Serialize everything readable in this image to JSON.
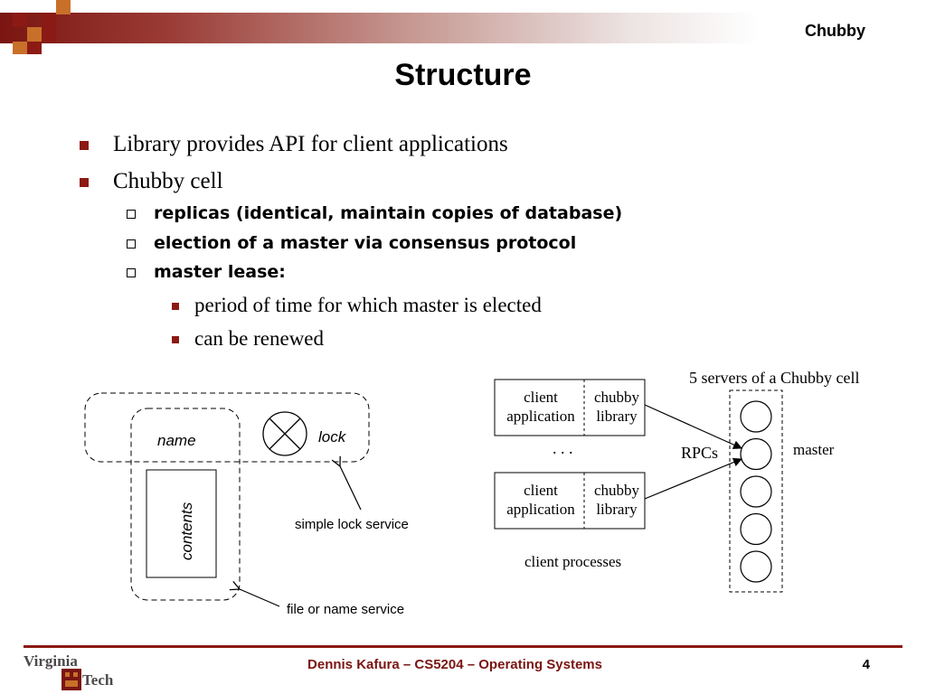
{
  "header": {
    "title": "Chubby"
  },
  "slide": {
    "title": "Structure",
    "bullets": [
      "Library provides API for client applications",
      "Chubby cell"
    ],
    "sub_bullets": [
      "replicas (identical, maintain copies of database)",
      "election of a master via consensus protocol",
      "master lease:"
    ],
    "sub_sub_bullets": [
      "period of time for which master is elected",
      "can be renewed"
    ]
  },
  "left_diagram": {
    "name_label": "name",
    "lock_label": "lock",
    "contents_label": "contents",
    "lock_service_caption": "simple lock service",
    "name_service_caption": "file or name service"
  },
  "right_diagram": {
    "cell_caption": "5 servers of a Chubby cell",
    "client_app_label_1": "client",
    "client_app_label_2": "application",
    "chubby_lib_label_1": "chubby",
    "chubby_lib_label_2": "library",
    "ellipsis": ". . .",
    "rpcs_label": "RPCs",
    "master_label": "master",
    "client_processes_caption": "client processes",
    "server_count": 5
  },
  "footer": {
    "text": "Dennis Kafura – CS5204 – Operating Systems",
    "page_number": "4",
    "logo_text_top": "Virginia",
    "logo_text_bottom": "Tech"
  },
  "colors": {
    "accent": "#8b1a14",
    "footer_text": "#7a1512",
    "logo_orange": "#c8702a"
  }
}
